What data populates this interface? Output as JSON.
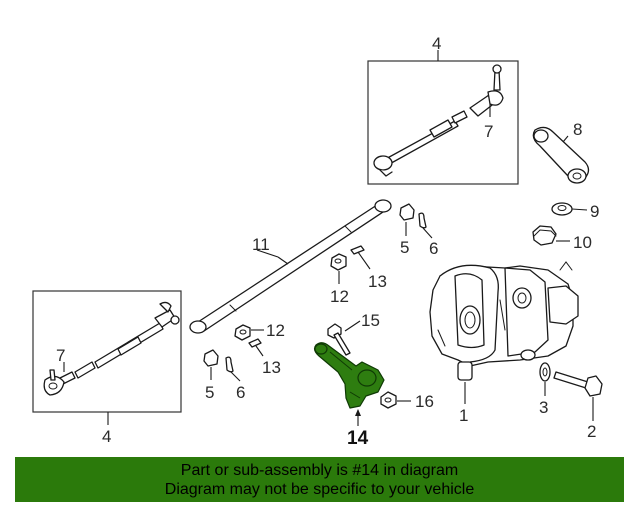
{
  "callouts": {
    "c4_top": "4",
    "c7_top": "7",
    "c8": "8",
    "c9": "9",
    "c10": "10",
    "c11": "11",
    "c5_top": "5",
    "c6_top": "6",
    "c13_top": "13",
    "c12_top": "12",
    "c15": "15",
    "c12_bottom": "12",
    "c13_bottom": "13",
    "c7_left": "7",
    "c5_bottom": "5",
    "c6_bottom": "6",
    "c14": "14",
    "c16": "16",
    "c1": "1",
    "c3": "3",
    "c2": "2",
    "c4_bottom": "4"
  },
  "banner": {
    "line1": "Part or sub-assembly is #14 in diagram",
    "line2": "Diagram may not be specific to your vehicle"
  },
  "colors": {
    "highlight": "#2e7d10",
    "banner_bg": "#2b7a0b"
  }
}
